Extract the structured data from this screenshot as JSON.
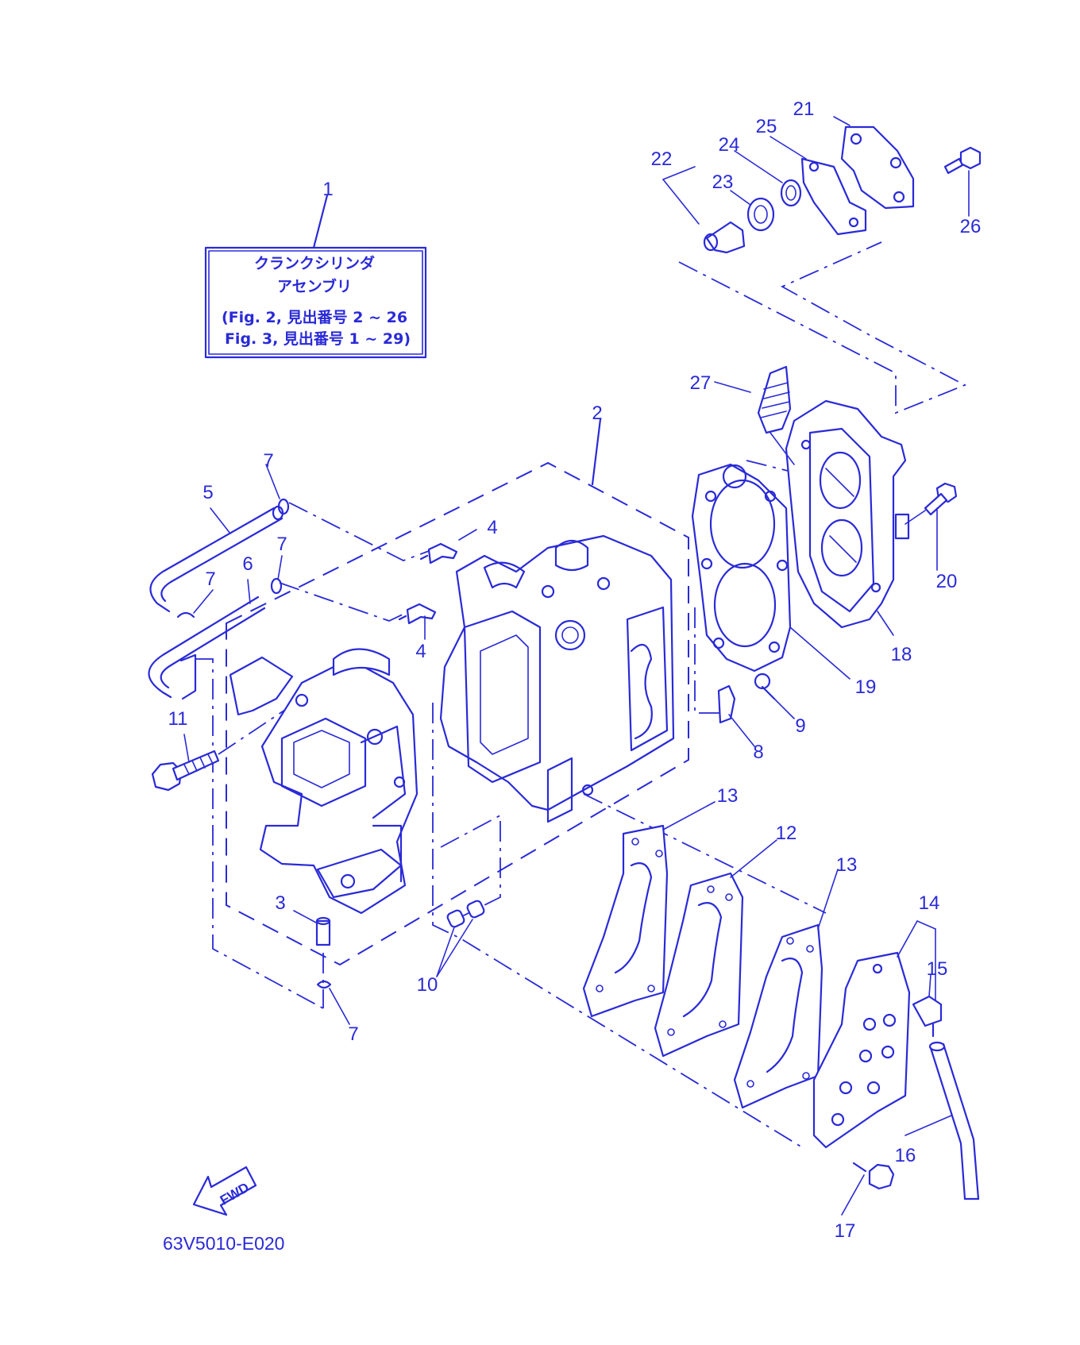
{
  "info_box": {
    "line1": "クランクシリンダ",
    "line2": "アセンブリ",
    "line3": "(Fig. 2, 見出番号 2 ~ 26",
    "line4": "Fig. 3, 見出番号 1 ~ 29)"
  },
  "callouts": {
    "c1": "1",
    "c2": "2",
    "c3": "3",
    "c4a": "4",
    "c4b": "4",
    "c5": "5",
    "c6": "6",
    "c7a": "7",
    "c7b": "7",
    "c7c": "7",
    "c7d": "7",
    "c8": "8",
    "c9": "9",
    "c10": "10",
    "c11": "11",
    "c12": "12",
    "c13a": "13",
    "c13b": "13",
    "c14": "14",
    "c15": "15",
    "c16": "16",
    "c17": "17",
    "c18": "18",
    "c19": "19",
    "c20": "20",
    "c21": "21",
    "c22": "22",
    "c23": "23",
    "c24": "24",
    "c25": "25",
    "c26": "26",
    "c27": "27"
  },
  "fwd_label": "FWD",
  "drawing_code": "63V5010-E020",
  "colors": {
    "ink": "#2a2ad8",
    "paper": "#ffffff"
  }
}
